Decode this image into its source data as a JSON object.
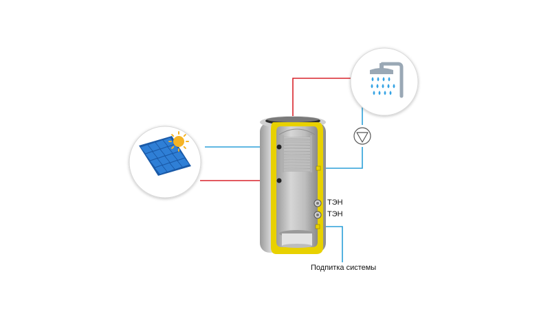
{
  "labels": {
    "heater_1": "ТЭН",
    "heater_2": "ТЭН",
    "system_feed": "Подпитка системы"
  },
  "icons": {
    "collector": "solar-panel-icon",
    "sun": "sun-icon",
    "shower": "shower-icon",
    "pump": "circulation-pump-icon"
  },
  "colors": {
    "hot_line": "#d9222a",
    "cold_line": "#2a9fd8",
    "tank_shell": "#b9b9b9",
    "tank_insulation": "#e8d100",
    "panel_blue": "#2f7fd6",
    "sun": "#f5b324",
    "shower_water": "#34a3e4"
  }
}
